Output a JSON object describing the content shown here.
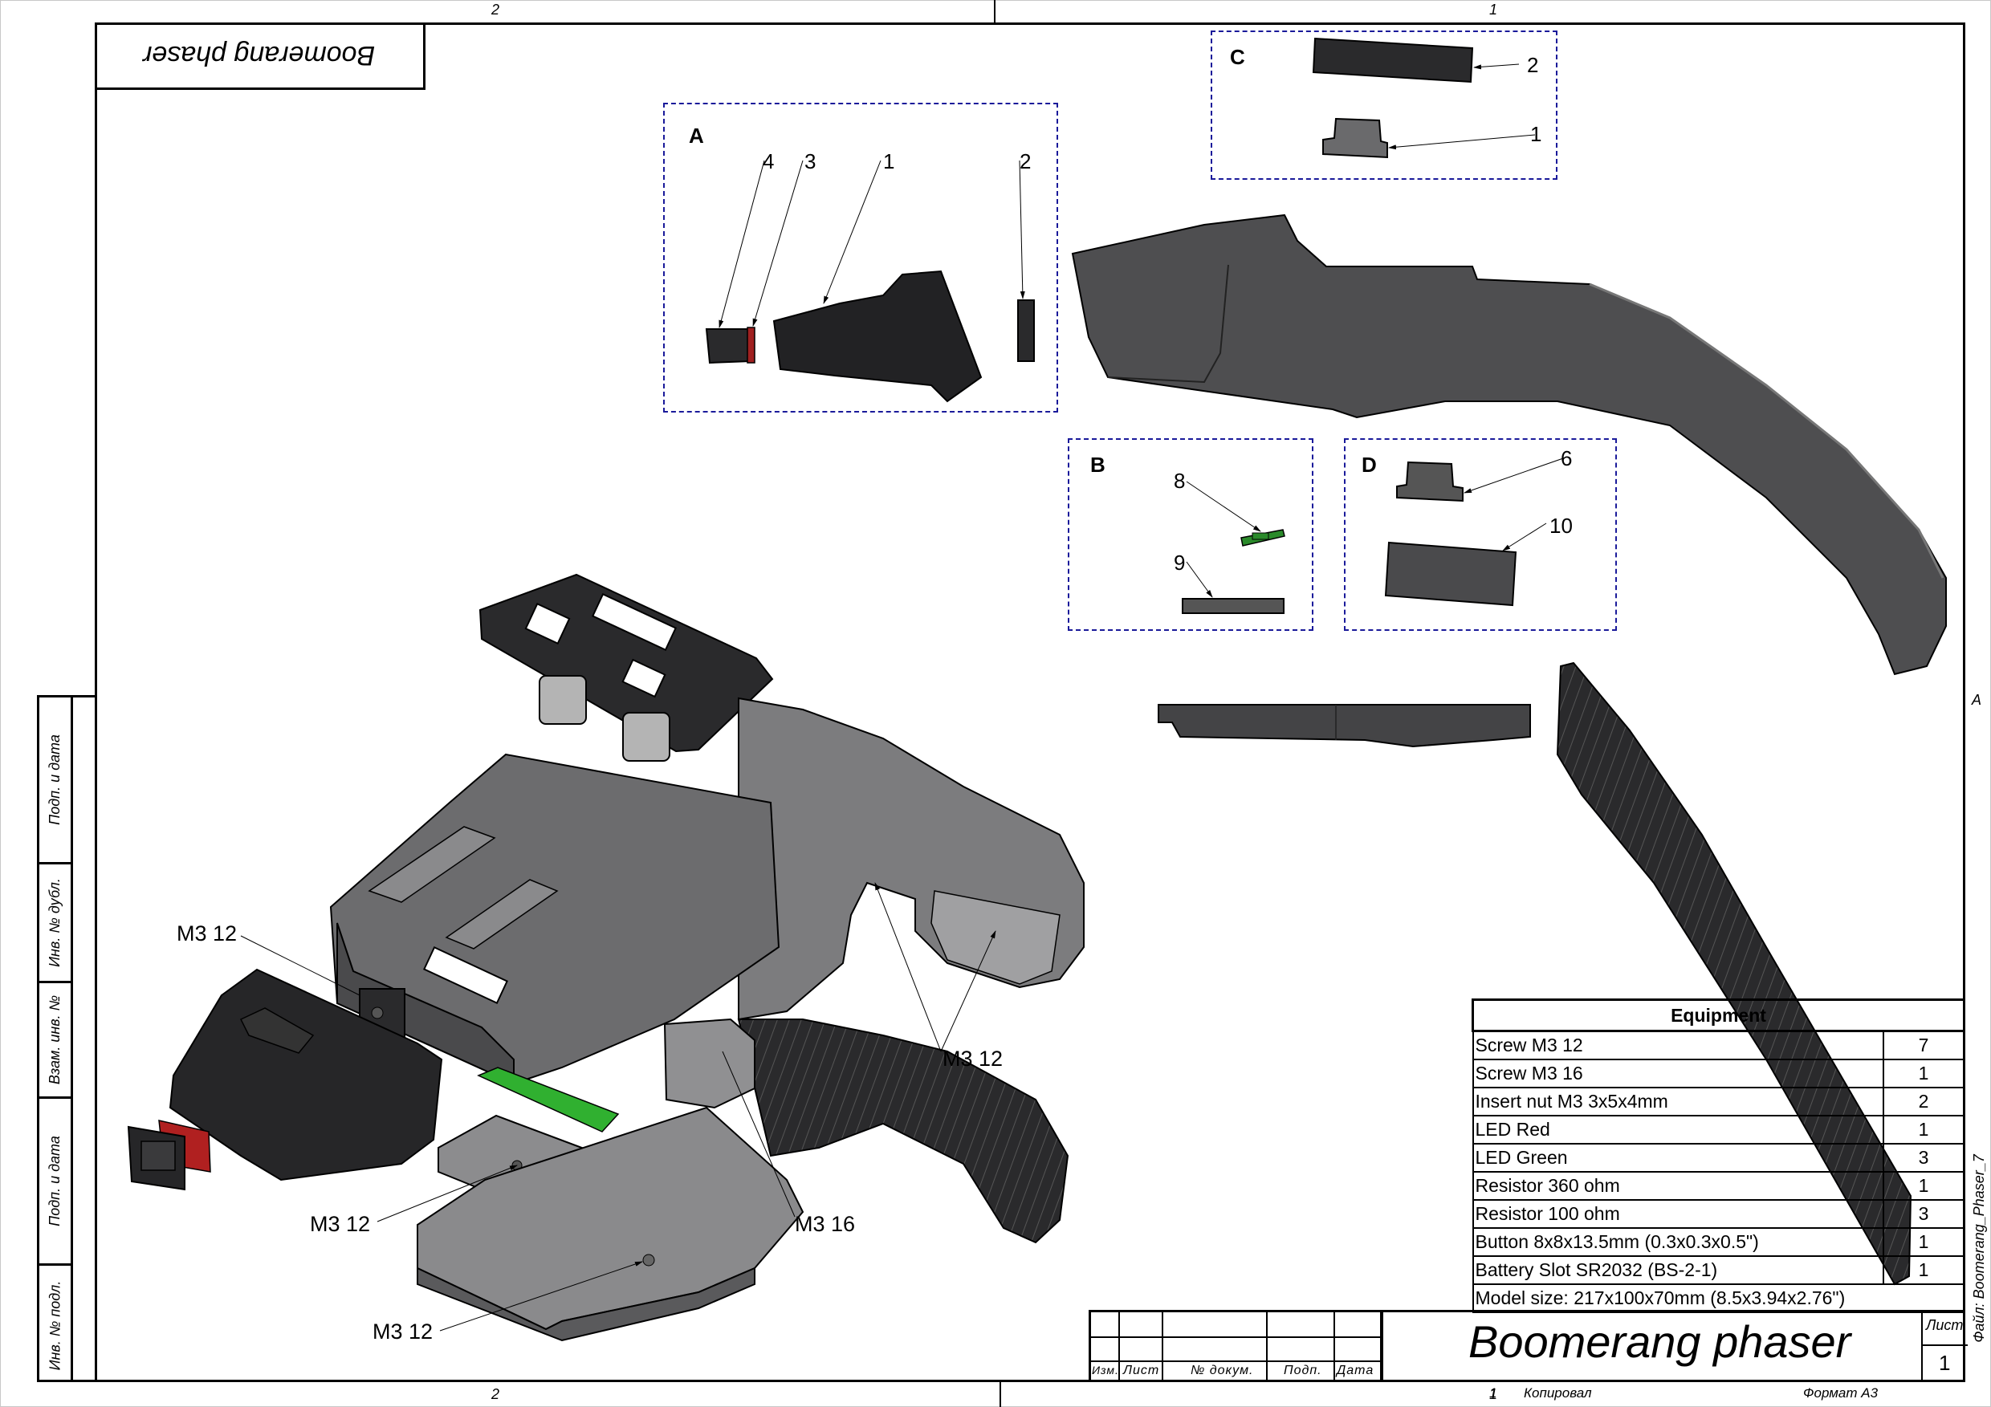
{
  "drawing": {
    "title": "Boomerang phaser",
    "title_inverted": "Boomerang phaser",
    "sheet_label": "Лист",
    "sheet_number": "1",
    "file_label": "Файл: Boomerang_Phaser_7",
    "copied_label": "Копировал",
    "copied_index": "1",
    "format_label": "Формат A3"
  },
  "zones": {
    "top": [
      "2",
      "1"
    ],
    "bottom": [
      "2",
      "1"
    ],
    "right": [
      "A"
    ]
  },
  "side_strip": [
    "Подп. и дата",
    "Инв. № дубл.",
    "Взам. инв. №",
    "Подп. и дата",
    "Инв. № подл."
  ],
  "title_block": {
    "columns": [
      "Изм.",
      "Лист",
      "№ докум.",
      "Подп.",
      "Дата"
    ]
  },
  "details": [
    {
      "label": "A",
      "balloons": [
        "4",
        "3",
        "1",
        "2"
      ]
    },
    {
      "label": "B",
      "balloons": [
        "8",
        "9"
      ]
    },
    {
      "label": "C",
      "balloons": [
        "2",
        "1"
      ]
    },
    {
      "label": "D",
      "balloons": [
        "6",
        "10"
      ]
    }
  ],
  "callouts": [
    {
      "text": "M3 12"
    },
    {
      "text": "M3 12"
    },
    {
      "text": "M3 12"
    },
    {
      "text": "M3 12"
    },
    {
      "text": "M3 16"
    }
  ],
  "equipment": {
    "header": "Equipment",
    "rows": [
      {
        "item": "Screw M3 12",
        "qty": "7"
      },
      {
        "item": "Screw M3 16",
        "qty": "1"
      },
      {
        "item": "Insert nut M3 3x5x4mm",
        "qty": "2"
      },
      {
        "item": "LED Red",
        "qty": "1"
      },
      {
        "item": "LED Green",
        "qty": "3"
      },
      {
        "item": "Resistor 360 ohm",
        "qty": "1"
      },
      {
        "item": "Resistor 100 ohm",
        "qty": "3"
      },
      {
        "item": "Button 8x8x13.5mm (0.3x0.3x0.5\")",
        "qty": "1"
      },
      {
        "item": "Battery Slot SR2032 (BS-2-1)",
        "qty": "1"
      }
    ],
    "footer": "Model size: 217x100x70mm (8.5x3.94x2.76\")"
  },
  "colors": {
    "part_dark": "#2a2a2c",
    "part_mid": "#4a4a4c",
    "part_grey": "#7a7a7c",
    "part_light": "#b4b4b4",
    "led_red": "#b02020",
    "led_green": "#2aa02a",
    "detail_border": "#1a1a9a"
  }
}
